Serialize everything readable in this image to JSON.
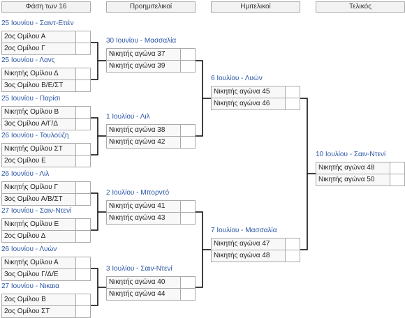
{
  "rounds": [
    {
      "name": "Φάση των 16"
    },
    {
      "name": "Προημιτελικοί"
    },
    {
      "name": "Ημιτελικοί"
    },
    {
      "name": "Τελικός"
    }
  ],
  "matches": {
    "r16": [
      {
        "date": "25 Ιουνίου",
        "venue": "Σαιντ-Ετιέν",
        "team1": "2ος Ομίλου Α",
        "team2": "2ος Ομίλου Γ"
      },
      {
        "date": "25 Ιουνίου",
        "venue": "Λανς",
        "team1": "Νικητής Ομίλου Δ",
        "team2": "3ος Ομίλου Β/Ε/ΣΤ"
      },
      {
        "date": "25 Ιουνίου",
        "venue": "Παρίσι",
        "team1": "Νικητής Ομίλου Β",
        "team2": "3ος Ομίλου Α/Γ/Δ"
      },
      {
        "date": "26 Ιουνίου",
        "venue": "Τουλούζη",
        "team1": "Νικητής Ομίλου ΣΤ",
        "team2": "2ος Ομίλου Ε"
      },
      {
        "date": "26 Ιουνίου",
        "venue": "Λιλ",
        "team1": "Νικητής Ομίλου Γ",
        "team2": "3ος Ομίλου Α/Β/ΣΤ"
      },
      {
        "date": "27 Ιουνίου",
        "venue": "Σαιν-Ντενί",
        "team1": "Νικητής Ομίλου Ε",
        "team2": "2ος Ομίλου Δ"
      },
      {
        "date": "26 Ιουνίου",
        "venue": "Λυών",
        "team1": "Νικητής Ομίλου Α",
        "team2": "3ος Ομίλου Γ/Δ/Ε"
      },
      {
        "date": "27 Ιουνίου",
        "venue": "Νικαια",
        "team1": "2ος Ομίλου Β",
        "team2": "2ος Ομίλου ΣΤ"
      }
    ],
    "qf": [
      {
        "date": "30 Ιουνίου",
        "venue": "Μασσαλία",
        "team1": "Νικητής αγώνα 37",
        "team2": "Νικητής αγώνα 39"
      },
      {
        "date": "1 Ιουλίου",
        "venue": "Λιλ",
        "team1": "Νικητής αγώνα 38",
        "team2": "Νικητής αγώνα 42"
      },
      {
        "date": "2 Ιουλίου",
        "venue": "Μπορντό",
        "team1": "Νικητής αγώνα 41",
        "team2": "Νικητής αγώνα 43"
      },
      {
        "date": "3 Ιουλίου",
        "venue": "Σαιν-Ντενί",
        "team1": "Νικητής αγώνα 40",
        "team2": "Νικητής αγώνα 44"
      }
    ],
    "sf": [
      {
        "date": "6 Ιουλίου",
        "venue": "Λυών",
        "team1": "Νικητής αγώνα 45",
        "team2": "Νικητής αγώνα 46"
      },
      {
        "date": "7 Ιουλίου",
        "venue": "Μασσαλία",
        "team1": "Νικητής αγώνα 47",
        "team2": "Νικητής αγώνα 48"
      }
    ],
    "final": [
      {
        "date": "10 Ιουλίου",
        "venue": "Σαιν-Ντενί",
        "team1": "Νικητής αγώνα 48",
        "team2": "Νικητής αγώνα 50"
      }
    ]
  },
  "colors": {
    "date_link": "#2a55a5",
    "border": "#aaaaaa",
    "header_bg": "#f2f2f2",
    "row_bg": "#f8f8f8",
    "line": "#000000"
  }
}
